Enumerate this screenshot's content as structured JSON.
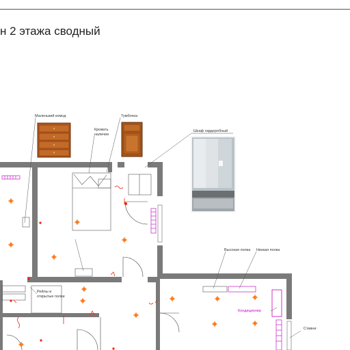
{
  "header": {
    "title": "н 2 этажа сводный"
  },
  "labels": {
    "dresser": "Маленький комод",
    "bed_line1": "Кровать",
    "bed_line2": "наличие",
    "nightstand": "Тумбочка",
    "wardrobe": "Шкаф гардеробный",
    "high_shelf": "Высокая полка",
    "low_shelf": "Низкая полка",
    "rail_line1": "Рейлы и",
    "rail_line2": "открытые полки",
    "ac": "Кондиционер",
    "shutters": "Ставни"
  },
  "colors": {
    "wall": "#777777",
    "fixture": "#ff6600",
    "radiator": "#cc33cc",
    "text": "#333333"
  },
  "icons": [
    "ceiling-light-icon",
    "outlet-icon",
    "switch-icon",
    "door-swing-icon",
    "radiator-icon"
  ]
}
